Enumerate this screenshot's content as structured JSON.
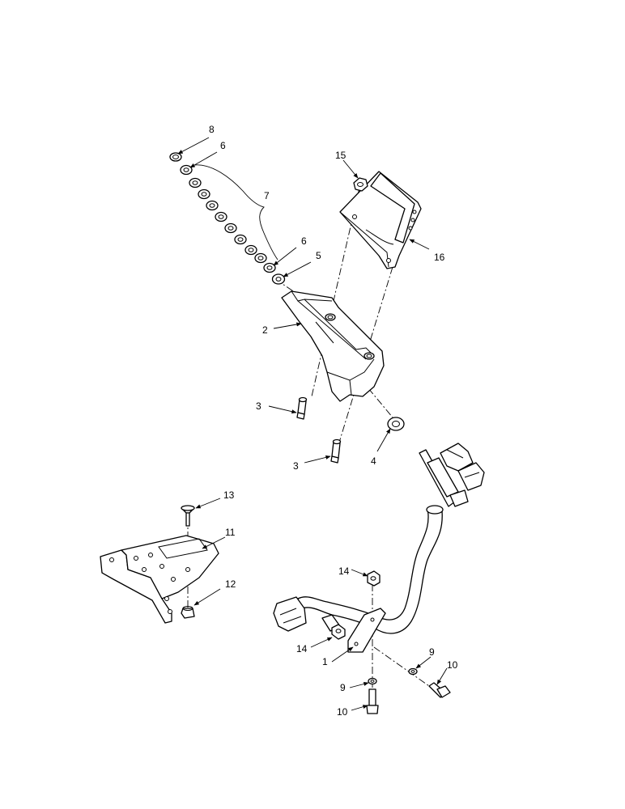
{
  "callouts": {
    "c1": "1",
    "c2": "2",
    "c3a": "3",
    "c3b": "3",
    "c4": "4",
    "c5": "5",
    "c6a": "6",
    "c6b": "6",
    "c7": "7",
    "c8": "8",
    "c9a": "9",
    "c9b": "9",
    "c10a": "10",
    "c10b": "10",
    "c11": "11",
    "c12": "12",
    "c13": "13",
    "c14a": "14",
    "c14b": "14",
    "c15": "15",
    "c16": "16"
  }
}
